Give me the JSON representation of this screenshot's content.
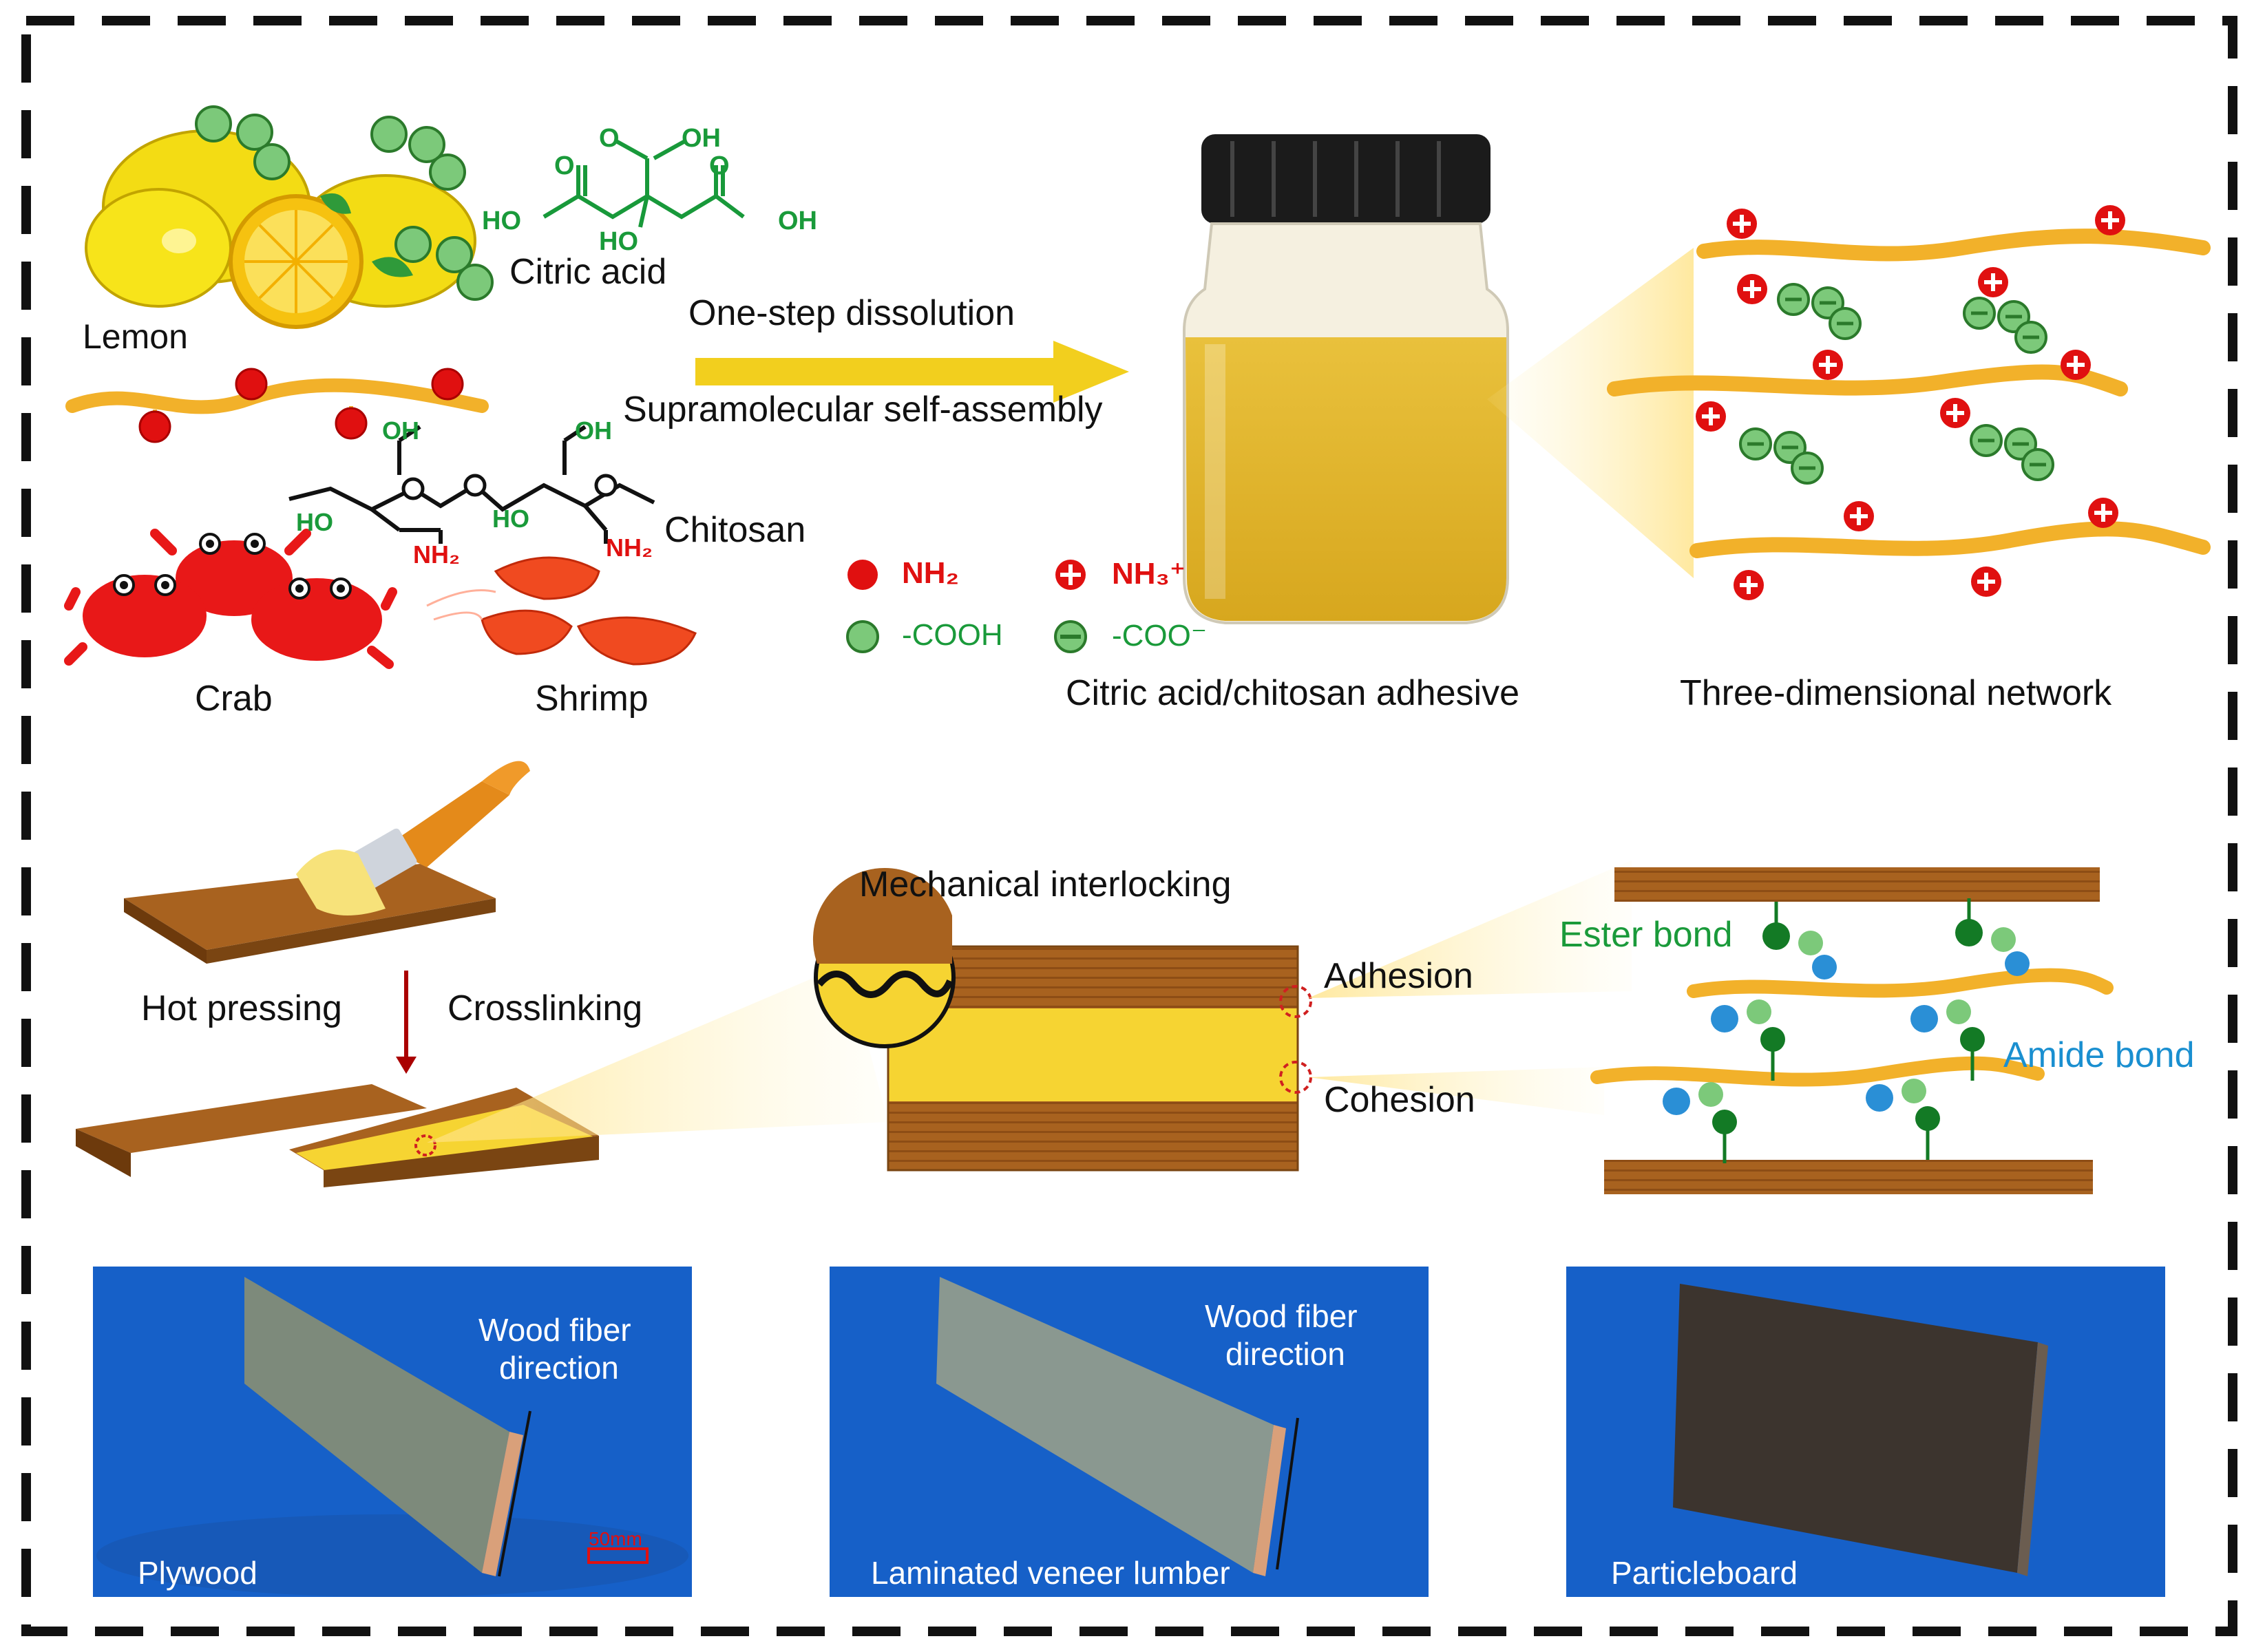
{
  "top": {
    "lemon": "Lemon",
    "citric_acid": "Citric acid",
    "one_step": "One-step dissolution",
    "supramolecular": "Supramolecular self-assembly",
    "chitosan": "Chitosan",
    "crab": "Crab",
    "shrimp": "Shrimp",
    "adhesive": "Citric acid/chitosan adhesive",
    "network": "Three-dimensional network",
    "atoms": {
      "oh": "OH",
      "ho": "HO",
      "o": "O",
      "nh2": "NH₂"
    }
  },
  "legend": {
    "nh2": "NH₂",
    "nh3": "NH₃⁺",
    "cooh": "-COOH",
    "coo": "-COO⁻"
  },
  "middle": {
    "mechanical": "Mechanical interlocking",
    "hot_pressing": "Hot pressing",
    "crosslinking": "Crosslinking",
    "adhesion": "Adhesion",
    "cohesion": "Cohesion",
    "ester": "Ester bond",
    "amide": "Amide bond"
  },
  "bottom": {
    "plywood": "Plywood",
    "lvl": "Laminated veneer lumber",
    "particleboard": "Particleboard",
    "fiber_dir_1": "Wood fiber",
    "fiber_dir_2": "direction",
    "scale": "50mm"
  },
  "colors": {
    "chain": "#f2b12a",
    "red": "#e01010",
    "green": "#7cc97a",
    "blue": "#2a8fd6",
    "dark_green": "#137a25",
    "wood": "#a8621f",
    "yellow": "#f6d432",
    "photo_bg": "#1660c8"
  }
}
